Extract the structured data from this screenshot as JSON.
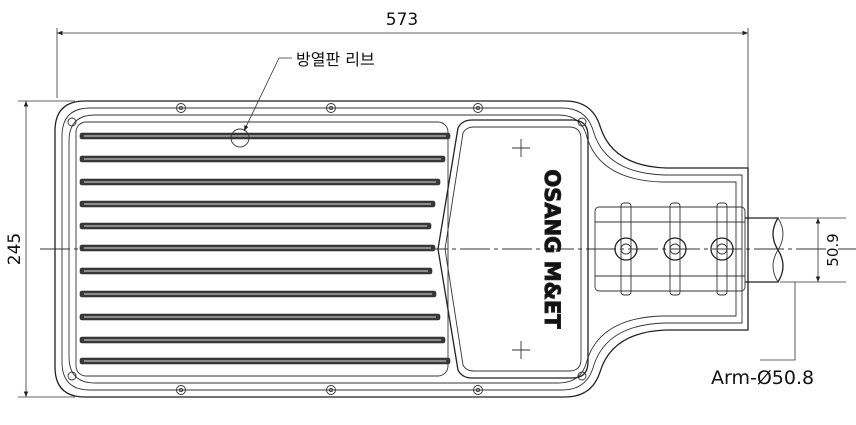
{
  "dimensions": {
    "width": "573",
    "height": "245",
    "arm_height": "50.9"
  },
  "labels": {
    "fin_callout": "방열판 리브",
    "logo": "OSANG M&ET",
    "arm": "Arm-Ø50.8"
  },
  "colors": {
    "line": "#222222",
    "fin": "#3a3a3a",
    "background": "#ffffff"
  }
}
